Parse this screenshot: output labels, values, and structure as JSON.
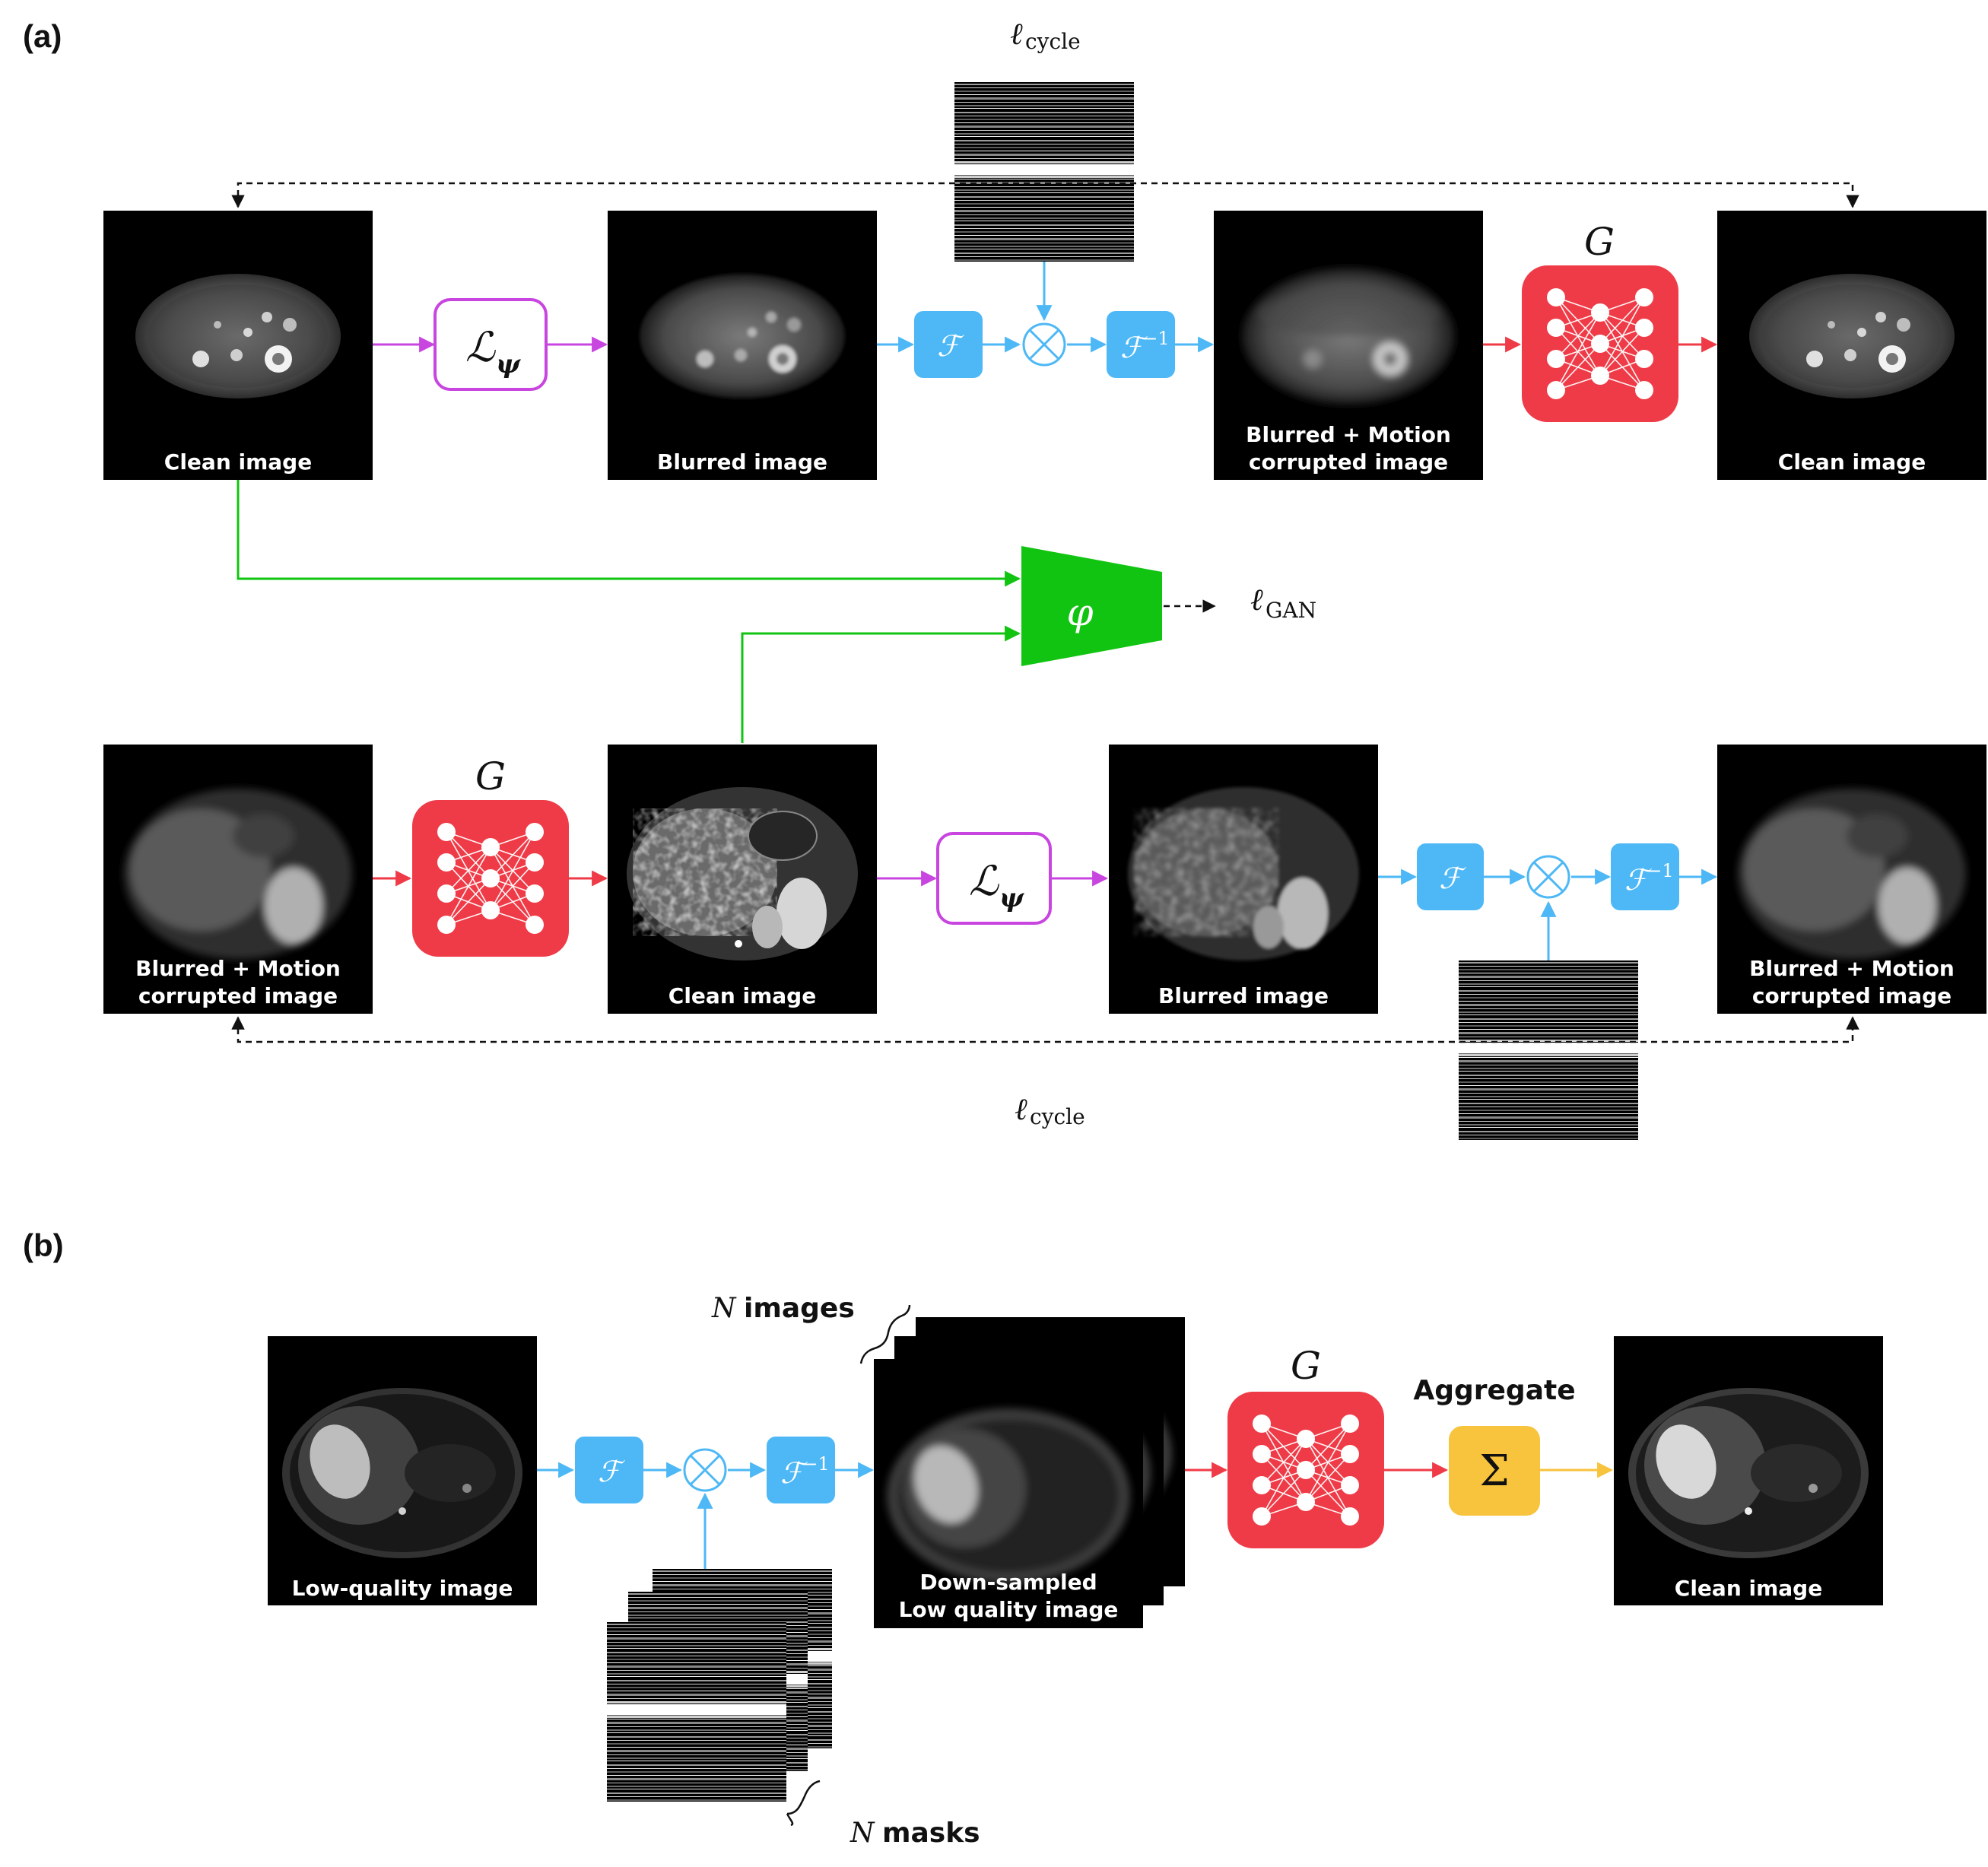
{
  "panels": {
    "a": "(a)",
    "b": "(b)"
  },
  "images": {
    "a_top_clean_in": "Clean image",
    "a_top_blurred": "Blurred image",
    "a_top_corrupted_l1": "Blurred + Motion",
    "a_top_corrupted_l2": "corrupted image",
    "a_top_clean_out": "Clean image",
    "a_bot_corrupted_in_l1": "Blurred + Motion",
    "a_bot_corrupted_in_l2": "corrupted image",
    "a_bot_clean": "Clean image",
    "a_bot_blurred": "Blurred image",
    "a_bot_corrupted_out_l1": "Blurred + Motion",
    "a_bot_corrupted_out_l2": "corrupted image",
    "b_lowq": "Low-quality image",
    "b_down_l1": "Down-sampled",
    "b_down_l2": "Low quality image",
    "b_clean": "Clean image"
  },
  "symbols": {
    "generator": "G",
    "blur_L": "ℒ",
    "blur_psi": "ψ",
    "fourier": "ℱ",
    "inv_exp": "−1",
    "disc": "φ",
    "ell": "ℓ",
    "cycle_sub": "cycle",
    "gan_sub": "GAN",
    "sum": "Σ"
  },
  "labels": {
    "n_images_var": "N",
    "n_images_word": "images",
    "n_masks_var": "N",
    "n_masks_word": "masks",
    "aggregate": "Aggregate"
  },
  "colors": {
    "blue": "#4db8f5",
    "red": "#ef3b47",
    "green": "#12c412",
    "magenta": "#c845e0",
    "orange": "#f8c33d",
    "black": "#000000"
  },
  "icons": [
    "neural-network-icon",
    "multiply-icon",
    "mask-icon",
    "mri-slice-icon"
  ]
}
